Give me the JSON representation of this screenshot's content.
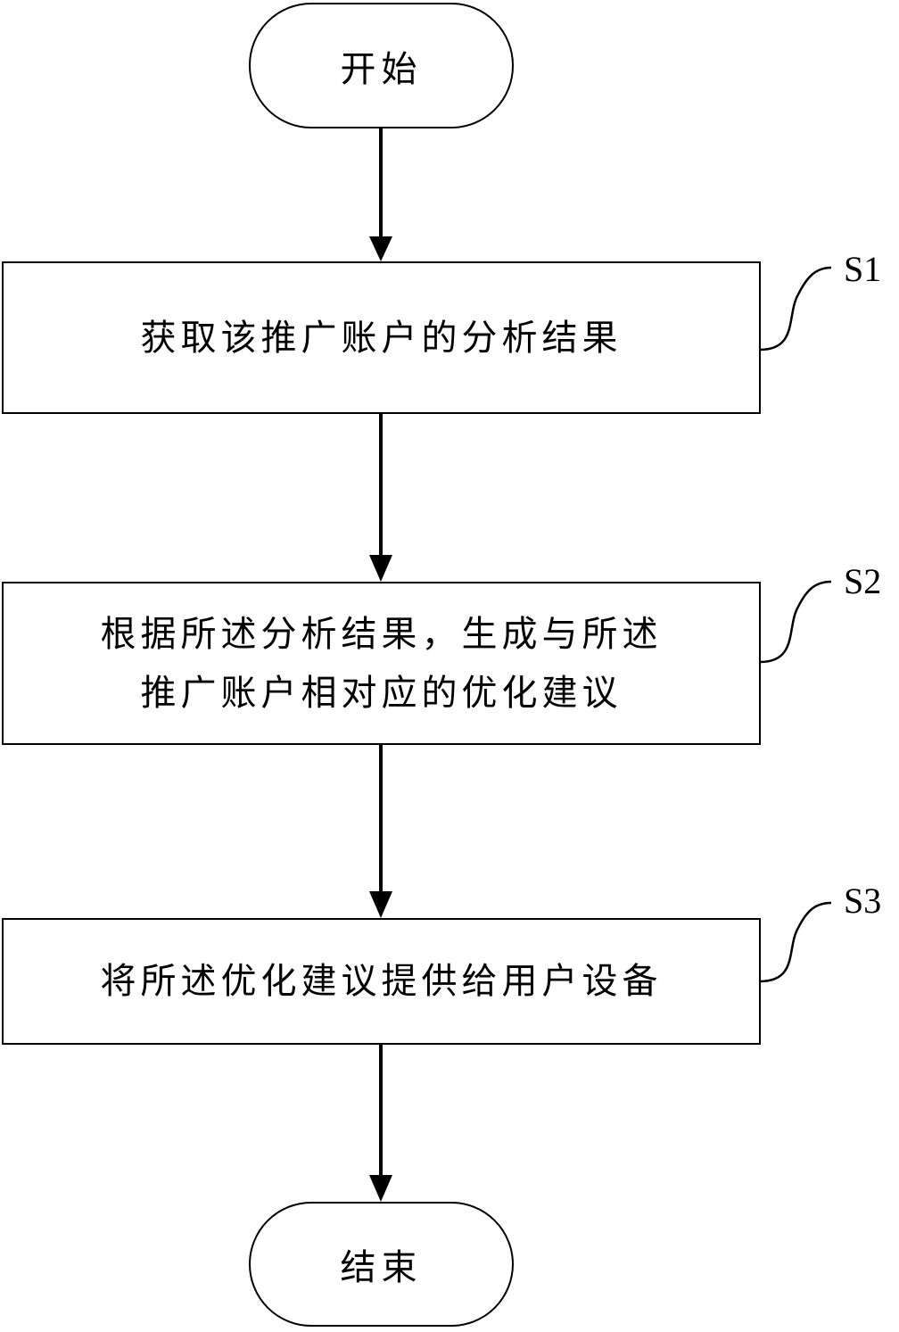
{
  "flowchart": {
    "start": "开始",
    "end": "结束",
    "steps": [
      {
        "label": "S1",
        "lines": [
          "获取该推广账户的分析结果"
        ]
      },
      {
        "label": "S2",
        "lines": [
          "根据所述分析结果，生成与所述",
          "推广账户相对应的优化建议"
        ]
      },
      {
        "label": "S3",
        "lines": [
          "将所述优化建议提供给用户设备"
        ]
      }
    ]
  }
}
